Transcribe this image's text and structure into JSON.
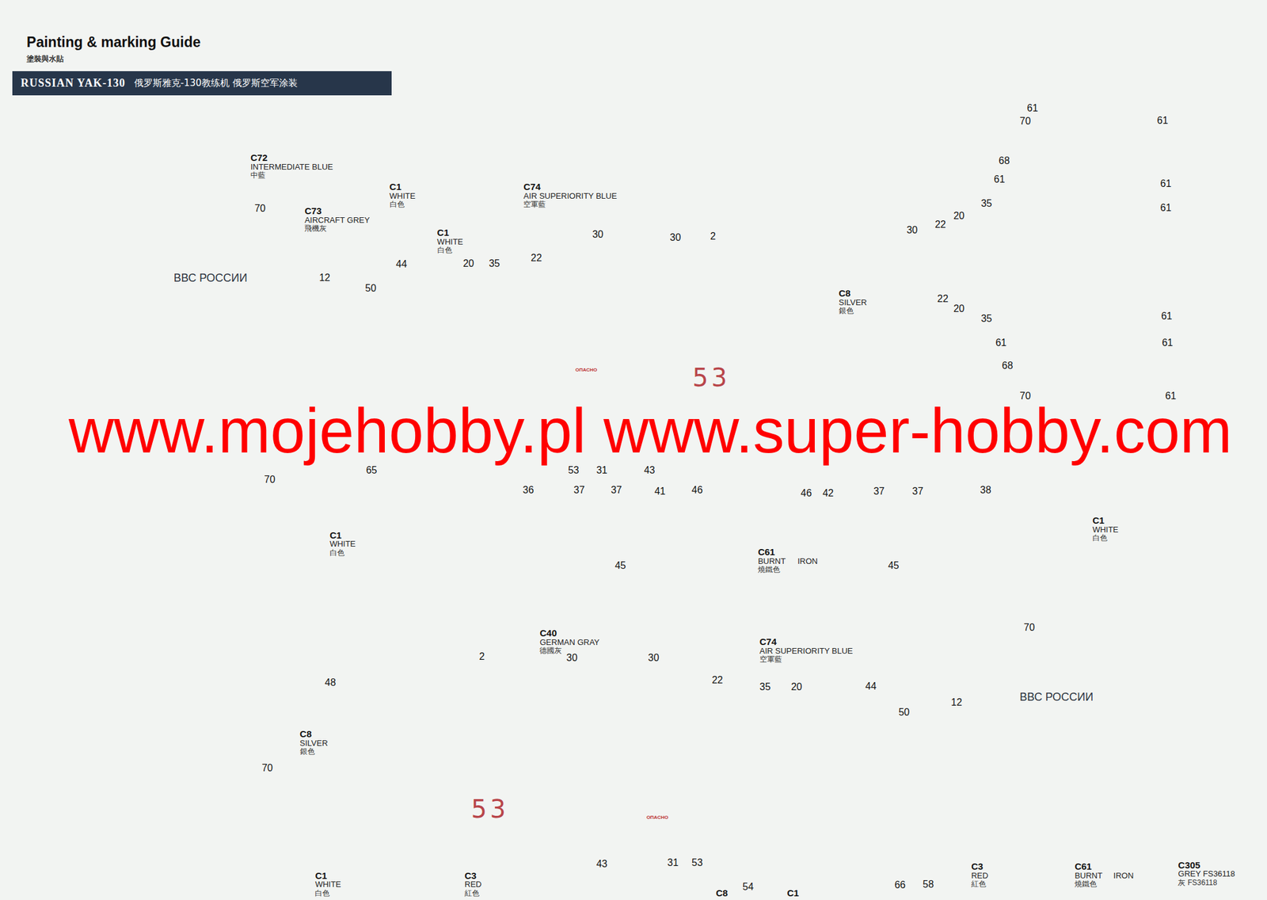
{
  "diagram": {
    "title": "Painting & marking Guide",
    "nodes": [
      {
        "text": [
          "RUSSIAN YAK-130",
          "俄罗斯雅克-130教练机 俄罗斯空军涂装"
        ]
      }
    ],
    "labels": [
      "塗裝與水貼",
      "C72",
      "INTERMEDIATE BLUE",
      "中藍",
      "C73",
      "AIRCRAFT GREY",
      "飛機灰",
      "C1",
      "WHITE",
      "白色",
      "C1",
      "WHITE",
      "白色",
      "C74",
      "AIR SUPERIORITY BLUE",
      "空軍藍",
      "C8",
      "SILVER",
      "銀色",
      "70",
      "12",
      "ВВС РОССИИ",
      "50",
      "44",
      "20",
      "35",
      "22",
      "30",
      "30",
      "2",
      "53",
      "ОПАСНО",
      "65",
      "53",
      "31",
      "43",
      "61",
      "70",
      "61",
      "68",
      "61",
      "61",
      "35",
      "20",
      "22",
      "61",
      "30",
      "22",
      "20",
      "35",
      "61",
      "61",
      "61",
      "68",
      "70",
      "61",
      "70",
      "C1",
      "WHITE",
      "白色",
      "48",
      "C8",
      "SILVER",
      "銀色",
      "70",
      "36",
      "37",
      "37",
      "41",
      "46",
      "45",
      "46",
      "42",
      "37",
      "37",
      "38",
      "45",
      "C61",
      "BURNT",
      "IRON",
      "燒鐵色",
      "C40",
      "GERMAN GRAY",
      "德國灰",
      "C74",
      "AIR SUPERIORITY BLUE",
      "空軍藍",
      "C1",
      "WHITE",
      "白色",
      "70",
      "12",
      "ВВС РОССИИ",
      "2",
      "30",
      "30",
      "22",
      "35",
      "20",
      "44",
      "50",
      "53",
      "ОПАСНО",
      "43",
      "31",
      "53",
      "54",
      "66",
      "58",
      "C1",
      "WHITE",
      "白色",
      "C3",
      "RED",
      "紅色",
      "C8",
      "C1",
      "C3",
      "RED",
      "紅色",
      "C61",
      "BURNT",
      "IRON",
      "燒鐵色",
      "C305",
      "GREY FS36118",
      "灰 FS36118",
      "www.mojehobby.pl www.super-hobby.com"
    ]
  }
}
